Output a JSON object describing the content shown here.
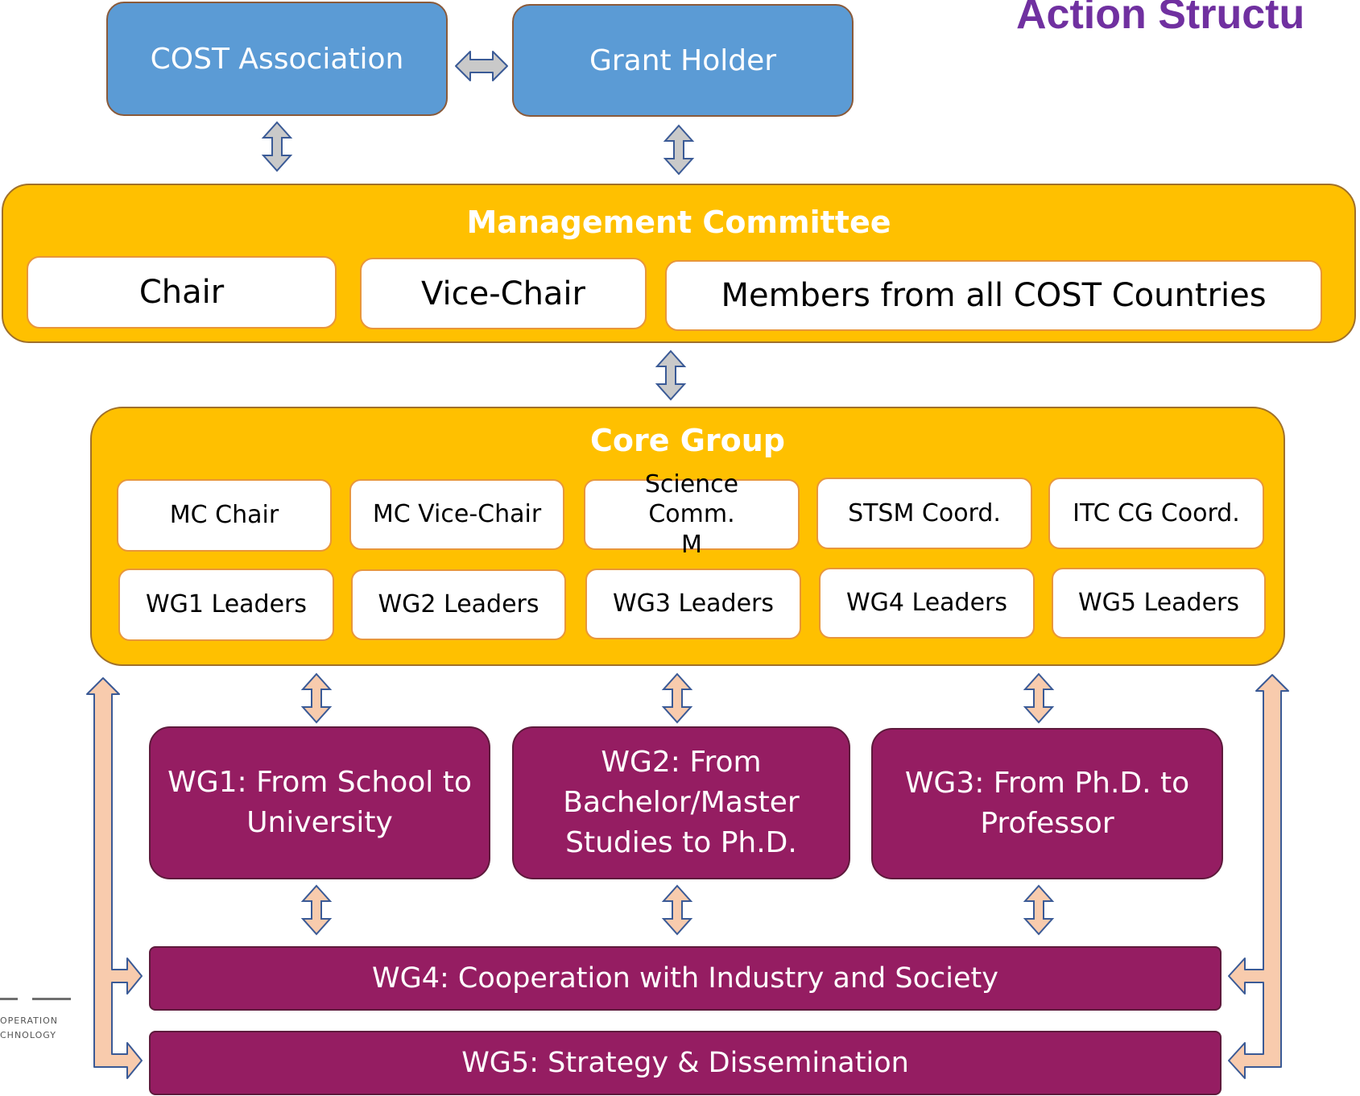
{
  "heading": "Action Structu",
  "top": {
    "cost_association": "COST Association",
    "grant_holder": "Grant Holder"
  },
  "management_committee": {
    "title": "Management Committee",
    "items": [
      "Chair",
      "Vice-Chair",
      "Members from all COST Countries"
    ]
  },
  "core_group": {
    "title": "Core Group",
    "row1": [
      "MC Chair",
      "MC Vice-Chair",
      "Science Comm. M",
      "STSM Coord.",
      "ITC CG Coord."
    ],
    "row2": [
      "WG1 Leaders",
      "WG2 Leaders",
      "WG3 Leaders",
      "WG4 Leaders",
      "WG5 Leaders"
    ]
  },
  "working_groups": {
    "wg1": "WG1: From School to University",
    "wg2": "WG2: From Bachelor/Master Studies to Ph.D.",
    "wg3": "WG3: From Ph.D. to Professor",
    "wg4": "WG4: Cooperation with Industry and Society",
    "wg5": "WG5: Strategy & Dissemination"
  },
  "logo": {
    "line1": "OPERATION",
    "line2": "CHNOLOGY"
  },
  "colors": {
    "top_boxes": "#5b9bd5",
    "committees": "#ffc000",
    "working_groups": "#951d62",
    "heading": "#7030a0",
    "gray_arrows": "#c9c9c9",
    "peach_arrows": "#f8cbad",
    "arrow_outline": "#3a5a96"
  }
}
